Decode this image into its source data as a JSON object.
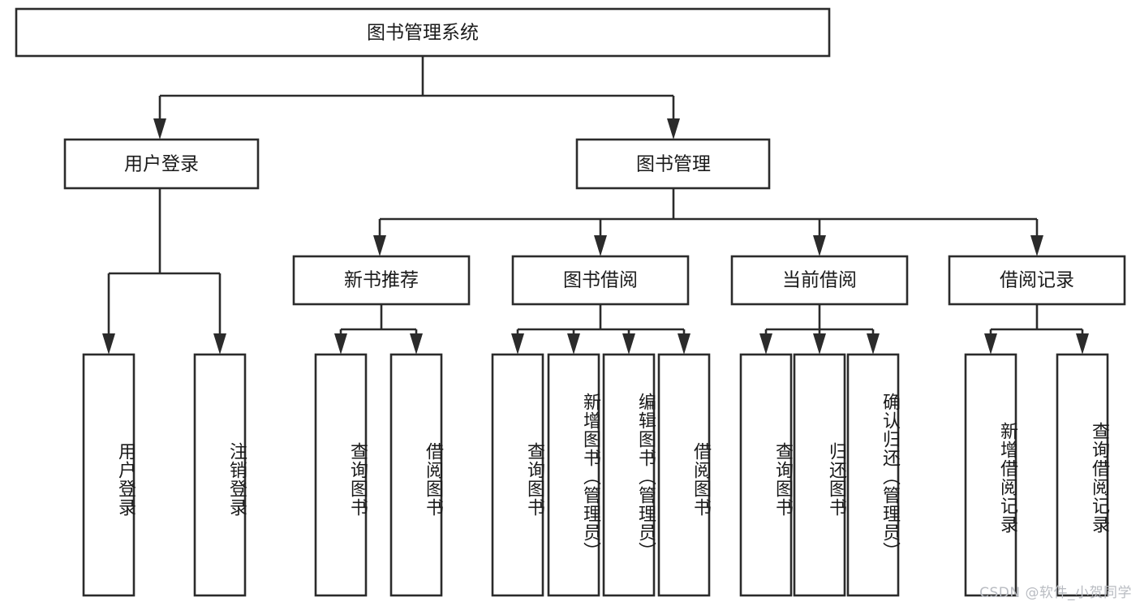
{
  "diagram": {
    "type": "tree-hierarchy",
    "title": "图书管理系统",
    "orientation": "top-down",
    "levels": 4,
    "line_color": "#2b2b2b",
    "box_fill": "#ffffff",
    "text_color": "#1a1a1a",
    "watermark": "CSDN @软件_小贺同学",
    "root": {
      "label": "图书管理系统"
    },
    "level2": [
      {
        "id": "user-login",
        "label": "用户登录"
      },
      {
        "id": "book-manage",
        "label": "图书管理"
      }
    ],
    "level3": [
      {
        "id": "new-book-recommend",
        "label": "新书推荐",
        "parent": "book-manage"
      },
      {
        "id": "book-borrow",
        "label": "图书借阅",
        "parent": "book-manage"
      },
      {
        "id": "current-borrow",
        "label": "当前借阅",
        "parent": "book-manage"
      },
      {
        "id": "borrow-record",
        "label": "借阅记录",
        "parent": "book-manage"
      }
    ],
    "leaves": {
      "user-login": [
        {
          "id": "leaf-user-login",
          "label": "用户登录"
        },
        {
          "id": "leaf-user-logout",
          "label": "注销登录"
        }
      ],
      "new-book-recommend": [
        {
          "id": "leaf-query-book-1",
          "label": "查询图书"
        },
        {
          "id": "leaf-borrow-book-1",
          "label": "借阅图书"
        }
      ],
      "book-borrow": [
        {
          "id": "leaf-query-book-2",
          "label": "查询图书"
        },
        {
          "id": "leaf-add-book",
          "label": "新增图书（管理员）"
        },
        {
          "id": "leaf-edit-book",
          "label": "编辑图书（管理员）"
        },
        {
          "id": "leaf-borrow-book-2",
          "label": "借阅图书"
        }
      ],
      "current-borrow": [
        {
          "id": "leaf-query-book-3",
          "label": "查询图书"
        },
        {
          "id": "leaf-return-book",
          "label": "归还图书"
        },
        {
          "id": "leaf-confirm-return",
          "label": "确认归还（管理员）"
        }
      ],
      "borrow-record": [
        {
          "id": "leaf-add-record",
          "label": "新增借阅记录"
        },
        {
          "id": "leaf-query-record",
          "label": "查询借阅记录"
        }
      ]
    }
  }
}
